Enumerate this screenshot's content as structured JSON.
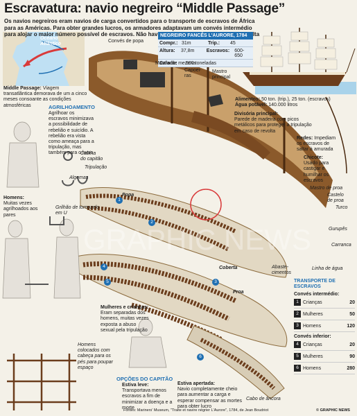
{
  "title": "Escravatura: navio negreiro “Middle Passage”",
  "intro": "Os navios negreiros eram navios de carga convertidos para o transporte de escravos de África para as Américas. Para obter grandes lucros, os armadores adaptavam um convés intermédio para alojar o maior número possível de escravos. Não havia saneamento e a mortalidade era alta",
  "map": {
    "label": "Oceano Atlântico"
  },
  "middle_passage": {
    "term": "Middle Passage:",
    "text": "Viagem transatlântica demorava de um a cinco meses consoante as condições atmosféricas"
  },
  "agrilhoamento": {
    "title": "AGRILHOAMENTO",
    "text": "Agrilhoar os escravos minimizava a possibilidade de rebelião e suicídio. A rebelião era vista como ameaça para a tripulação, mas também para o lucro"
  },
  "algemas": "Algemas",
  "homens_note": {
    "term": "Homens:",
    "text": "Muitas vezes agrilhoados aos pares"
  },
  "grilhao": "Grilhão de tornozelo em U",
  "spec": {
    "title": "NEGREIRO FANCÊS L'AURORE, 1784",
    "comp_k": "Compr.:",
    "comp_v": "31m",
    "trip_k": "Trip.:",
    "trip_v": "45",
    "alt_k": "Altura:",
    "alt_v": "37,8m",
    "esc_k": "Escravos:",
    "esc_v": "600-650",
    "cal_k": "Calado:",
    "cal_v": "500 toneladas"
  },
  "ship_labels": {
    "conves_popa": "Convés de popa",
    "mastro_mezena": "Mastro de mezena",
    "capoeiras": "Capoei-\nras",
    "mastro_principal": "Mastro\nprincipal",
    "cabina": "Cabina\ndo capitão",
    "tripulacao": "Tripulação",
    "mastro_proa": "Mastro de proa",
    "castelo_proa": "Castelo\nde proa",
    "turco": "Turco",
    "gurupes": "Gurupês",
    "carranca": "Carranca",
    "linha_agua": "Linha de água",
    "abastecimentos": "Abaste-\ncimentos",
    "popa": "Popa",
    "coberta": "Coberta",
    "proa": "Proa",
    "cabo_ancora": "Cabo de âncora"
  },
  "alimentos": {
    "a_k": "Alimentos:",
    "a_v": "50 ton. (trip.), 25 ton. (escravos)",
    "b_k": "Água potável:",
    "b_v": "140.000 litros"
  },
  "divisoria": {
    "term": "Divisória principal:",
    "text": "Parede de madeira com picos metálicos para proteger a tripulação em caso de revolta"
  },
  "redes": {
    "term": "Redes:",
    "text": "Impediam os escravos de saltar à amurada"
  },
  "chicote": {
    "term": "Chicote:",
    "text": "Usado para castigar e humilhar os escravos"
  },
  "mulheres_criancas": {
    "term": "Mulheres e crianças:",
    "text": "Eram separadas dos homens, muitas vezes exposta a abuso sexual pela tripulação"
  },
  "homens_colocados": "Homens colocados com cabeça para os pés para poupar espaço",
  "opcoes": {
    "title": "OPÇÕES DO CAPITÃO",
    "leve_k": "Estiva leve:",
    "leve_v": "Transportava menos escravos a fim de minimizar a doença e a morte",
    "apertada_k": "Estiva apertada:",
    "apertada_v": "Navio completamente cheio para aumentar a carga e esperar compensar as mortes para obter lucro"
  },
  "transporte": {
    "title": "TRANSPORTE DE ESCRAVOS",
    "intermedio": "Convés intermédio:",
    "inferior": "Convés inferior:",
    "rows": [
      {
        "n": "1",
        "label": "Crianças",
        "value": "20"
      },
      {
        "n": "2",
        "label": "Mulheres",
        "value": "50"
      },
      {
        "n": "3",
        "label": "Homens",
        "value": "120"
      },
      {
        "n": "4",
        "label": "Crianças",
        "value": "20"
      },
      {
        "n": "5",
        "label": "Mulheres",
        "value": "90"
      },
      {
        "n": "6",
        "label": "Homens",
        "value": "280"
      }
    ]
  },
  "fontes": "Fontes: Mariners' Museum, \"Traite et navire négrier L'Aurore\", 1784, de Jean Boudriot",
  "logo": "© GRAPHIC NEWS",
  "watermark": "GRAPHIC NEWS",
  "colors": {
    "accent": "#1f6fb2",
    "wood": "#8b5a2b",
    "deck": "#c9a06b",
    "sea": "#a9d3ea"
  }
}
